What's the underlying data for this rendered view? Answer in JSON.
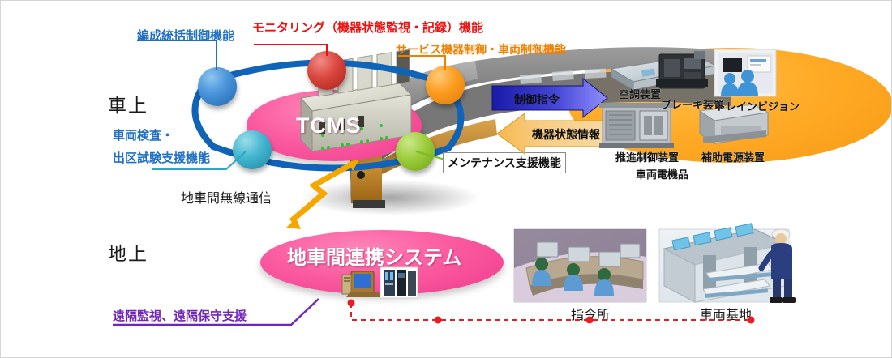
{
  "diagram": {
    "sections": {
      "onboard": "車上",
      "ground": "地上"
    },
    "core": {
      "onboard_system": "TCMS",
      "ground_system": "地車間連携システム"
    },
    "functions": [
      {
        "id": "train-control",
        "label": "編成統括制御機能",
        "color": "#1f6fc4",
        "node_color": "#3f8ed6"
      },
      {
        "id": "monitoring",
        "label": "モニタリング（機器状態監視・記録）機能",
        "color": "#ef1111",
        "node_color": "#cf3a31"
      },
      {
        "id": "service-equipment",
        "label": "サービス機器制御・車両制御機能",
        "color": "#f08000",
        "node_color": "#fb9c1e"
      },
      {
        "id": "inspection",
        "label": "車両検査・",
        "color": "#1f6fc4",
        "node_color": "#44b6cf"
      },
      {
        "id": "inspection-2",
        "label": "出区試験支援機能",
        "color": "#1f6fc4",
        "node_color": "#44b6cf"
      },
      {
        "id": "maintenance",
        "label": "メンテナンス支援機能",
        "color": "#111111",
        "node_color": "#9ccc3b"
      }
    ],
    "arrows": {
      "command": "制御指令",
      "status": "機器状態情報"
    },
    "wireless_label": "地車間無線通信",
    "remote_label": "遠隔監視、遠隔保守支援",
    "equipment_group_label": "車両電機品",
    "equipment": [
      {
        "id": "air-conditioner",
        "label": "空調装置"
      },
      {
        "id": "brake-device",
        "label": "ブレーキ装置"
      },
      {
        "id": "train-vision",
        "label": "トレインビジョン"
      },
      {
        "id": "propulsion-control",
        "label": "推進制御装置"
      },
      {
        "id": "auxiliary-power",
        "label": "補助電源装置"
      }
    ],
    "ground_sites": [
      {
        "id": "control-center",
        "label": "指令所"
      },
      {
        "id": "train-depot",
        "label": "車両基地"
      }
    ],
    "colors": {
      "blue": "#1f6fc4",
      "red": "#ef1111",
      "orange": "#f08000",
      "purple": "#7027b8",
      "pink": "#f0438f",
      "green": "#9ccc3b",
      "amber": "#f5a700",
      "ring": "#1064b8",
      "dashed_red": "#ec1c24"
    }
  }
}
